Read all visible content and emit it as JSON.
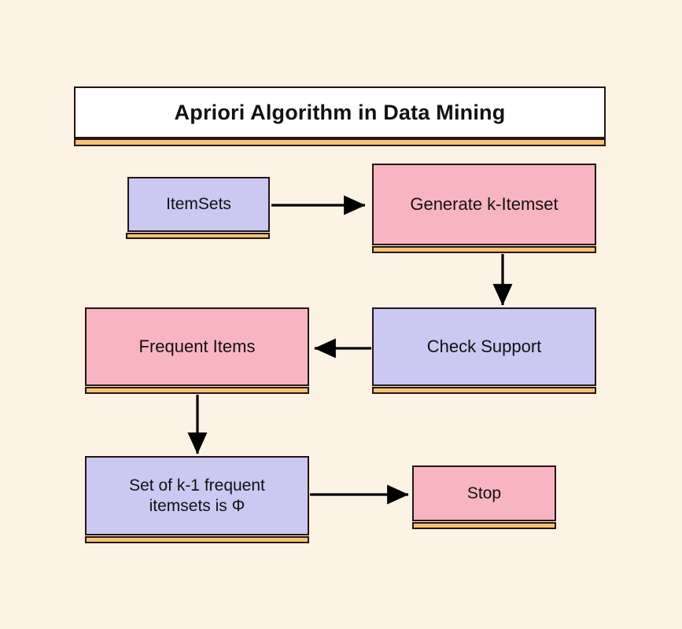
{
  "diagram": {
    "title": "Apriori Algorithm in Data Mining",
    "background_color": "#FCF3E4",
    "shadow_color": "#F5C274",
    "border_color": "#241512",
    "arrow_color": "#000000",
    "nodes": [
      {
        "id": "itemsets",
        "label": "ItemSets",
        "fill": "#CBC8F2",
        "shape": "rectangle"
      },
      {
        "id": "generate",
        "label": "Generate k-Itemset",
        "fill": "#F8B5C1",
        "shape": "rectangle"
      },
      {
        "id": "frequent",
        "label": "Frequent Items",
        "fill": "#F8B5C1",
        "shape": "rectangle"
      },
      {
        "id": "check",
        "label": "Check Support",
        "fill": "#CBC8F2",
        "shape": "rectangle"
      },
      {
        "id": "setk",
        "label_line1": "Set of k-1 frequent",
        "label_line2": "itemsets is Φ",
        "fill": "#CBC8F2",
        "shape": "rectangle"
      },
      {
        "id": "stop",
        "label": "Stop",
        "fill": "#F8B5C1",
        "shape": "rectangle"
      }
    ],
    "edges": [
      {
        "from": "itemsets",
        "to": "generate",
        "direction": "right"
      },
      {
        "from": "generate",
        "to": "check",
        "direction": "down"
      },
      {
        "from": "check",
        "to": "frequent",
        "direction": "left"
      },
      {
        "from": "frequent",
        "to": "setk",
        "direction": "down"
      },
      {
        "from": "setk",
        "to": "stop",
        "direction": "right"
      }
    ]
  }
}
